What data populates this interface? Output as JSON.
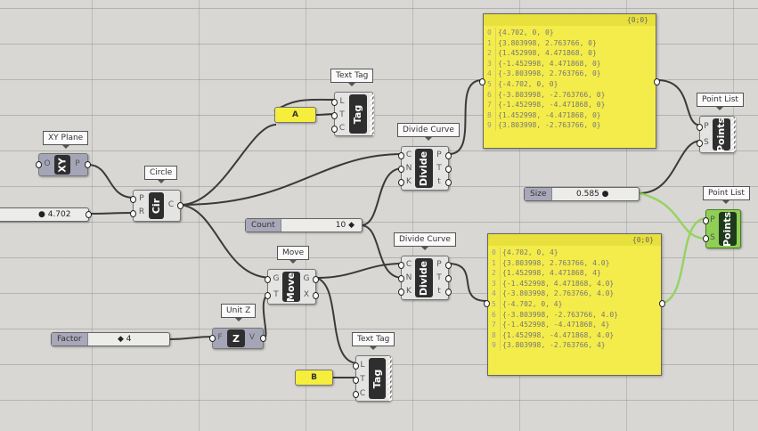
{
  "canvas": {
    "accent_yellow": "#f4ec4a",
    "wire_color": "#3a3a3a",
    "selected_wire_color": "#8fd35a"
  },
  "components": {
    "xy_plane": {
      "tag": "XY Plane",
      "core": "XY",
      "inputs": [
        "O"
      ],
      "outputs": [
        "P"
      ]
    },
    "circle": {
      "tag": "Circle",
      "core": "Cir",
      "inputs": [
        "P",
        "R"
      ],
      "outputs": [
        "C"
      ]
    },
    "radius_slider": {
      "value": "4.702"
    },
    "text_tag_a": {
      "tag": "Text Tag",
      "core": "Tag",
      "inputs": [
        "L",
        "T",
        "C"
      ]
    },
    "text_a": {
      "value": "A"
    },
    "divide_curve_1": {
      "tag": "Divide Curve",
      "core": "Divide",
      "inputs": [
        "C",
        "N",
        "K"
      ],
      "outputs": [
        "P",
        "T",
        "t"
      ]
    },
    "count_slider": {
      "label": "Count",
      "value": "10"
    },
    "move": {
      "tag": "Move",
      "core": "Move",
      "inputs": [
        "G",
        "T"
      ],
      "outputs": [
        "G",
        "X"
      ]
    },
    "unit_z": {
      "tag": "Unit Z",
      "core": "Z",
      "inputs": [
        "F"
      ],
      "outputs": [
        "V"
      ]
    },
    "factor_slider": {
      "label": "Factor",
      "value": "4"
    },
    "text_tag_b": {
      "tag": "Text Tag",
      "core": "Tag",
      "inputs": [
        "L",
        "T",
        "C"
      ]
    },
    "text_b": {
      "value": "B"
    },
    "divide_curve_2": {
      "tag": "Divide Curve",
      "core": "Divide",
      "inputs": [
        "C",
        "N",
        "K"
      ],
      "outputs": [
        "P",
        "T",
        "t"
      ]
    },
    "size_slider": {
      "label": "Size",
      "value": "0.585"
    },
    "point_list_1": {
      "tag": "Point List",
      "core": "Points",
      "inputs": [
        "P",
        "S"
      ]
    },
    "point_list_2": {
      "tag": "Point List",
      "core": "Points",
      "inputs": [
        "P",
        "S"
      ]
    }
  },
  "panel_1": {
    "path": "{0;0}",
    "rows": [
      {
        "i": "0",
        "v": "{4.702, 0, 0}"
      },
      {
        "i": "1",
        "v": "{3.803998, 2.763766, 0}"
      },
      {
        "i": "2",
        "v": "{1.452998, 4.471868, 0}"
      },
      {
        "i": "3",
        "v": "{-1.452998, 4.471868, 0}"
      },
      {
        "i": "4",
        "v": "{-3.803998, 2.763766, 0}"
      },
      {
        "i": "5",
        "v": "{-4.702, 0, 0}"
      },
      {
        "i": "6",
        "v": "{-3.803998, -2.763766, 0}"
      },
      {
        "i": "7",
        "v": "{-1.452998, -4.471868, 0}"
      },
      {
        "i": "8",
        "v": "{1.452998, -4.471868, 0}"
      },
      {
        "i": "9",
        "v": "{3.803998, -2.763766, 0}"
      }
    ]
  },
  "panel_2": {
    "path": "{0;0}",
    "rows": [
      {
        "i": "0",
        "v": "{4.702, 0, 4}"
      },
      {
        "i": "1",
        "v": "{3.803998, 2.763766, 4.0}"
      },
      {
        "i": "2",
        "v": "{1.452998, 4.471868, 4}"
      },
      {
        "i": "3",
        "v": "{-1.452998, 4.471868, 4.0}"
      },
      {
        "i": "4",
        "v": "{-3.803998, 2.763766, 4.0}"
      },
      {
        "i": "5",
        "v": "{-4.702, 0, 4}"
      },
      {
        "i": "6",
        "v": "{-3.803998, -2.763766, 4.0}"
      },
      {
        "i": "7",
        "v": "{-1.452998, -4.471868, 4}"
      },
      {
        "i": "8",
        "v": "{1.452998, -4.471868, 4.0}"
      },
      {
        "i": "9",
        "v": "{3.803998, -2.763766, 4}"
      }
    ]
  }
}
